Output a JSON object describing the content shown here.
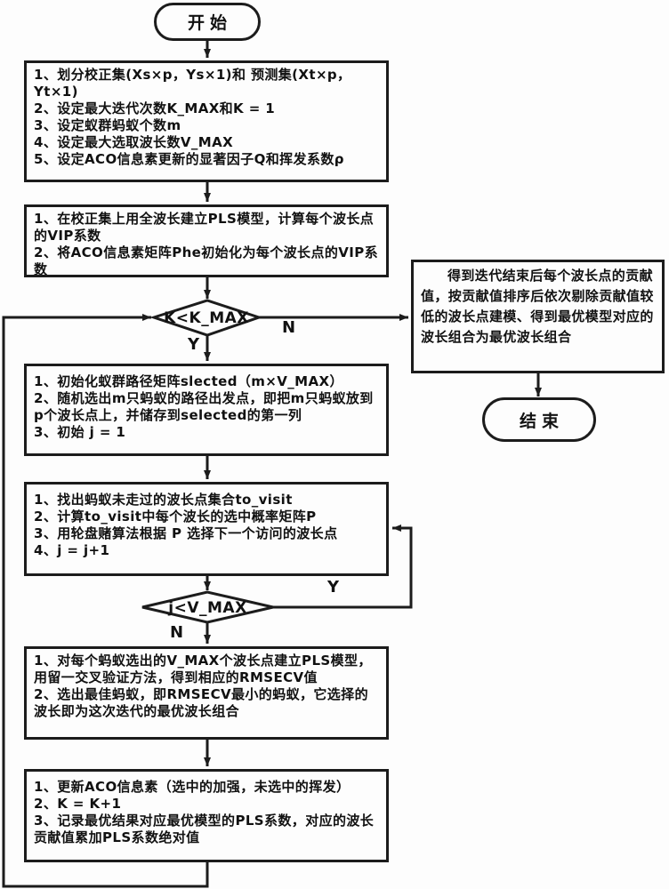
{
  "flowchart": {
    "title": "ACO-PLS wavelength selection flowchart",
    "colors": {
      "line": "#1c1c1c",
      "background": "#fdfdfd",
      "text": "#111111"
    },
    "start": {
      "label": "开始"
    },
    "end": {
      "label": "结束"
    },
    "boxes": {
      "init_params": {
        "text": "1、划分校正集(Xs×p，Ys×1)和 预测集(Xt×p，Yt×1)\n2、设定最大迭代次数K_MAX和K = 1\n3、设定蚁群蚂蚁个数m\n4、设定最大选取波长数V_MAX\n5、设定ACO信息素更新的显著因子Q和挥发系数ρ"
      },
      "pls_vip": {
        "text": "1、在校正集上用全波长建立PLS模型，计算每个波长点的VIP系数\n2、将ACO信息素矩阵Phe初始化为每个波长点的VIP系数"
      },
      "init_ants": {
        "text": "1、初始化蚁群路径矩阵slected（m×V_MAX）\n2、随机选出m只蚂蚁的路径出发点，即把m只蚂蚁放到p个波长点上，并储存到selected的第一列\n3、初始 j = 1"
      },
      "next_wavelength": {
        "text": "1、找出蚂蚁未走过的波长点集合to_visit\n2、计算to_visit中每个波长的选中概率矩阵P\n3、用轮盘赌算法根据 P 选择下一个访问的波长点\n4、j = j+1"
      },
      "build_pls": {
        "text": "1、对每个蚂蚁选出的V_MAX个波长点建立PLS模型，用留一交叉验证方法，得到相应的RMSECV值\n2、选出最佳蚂蚁，即RMSECV最小的蚂蚁，它选择的波长即为这次迭代的最优波长组合"
      },
      "update_pheromone": {
        "text": "1、更新ACO信息素（选中的加强，未选中的挥发）\n2、K = K+1\n3、记录最优结果对应最优模型的PLS系数，对应的波长贡献值累加PLS系数绝对值"
      },
      "final_selection": {
        "text": "得到迭代结束后每个波长点的贡献值，按贡献值排序后依次剔除贡献值较低的波长点建模、得到最优模型对应的波长组合为最优波长组合"
      }
    },
    "decisions": {
      "k_max": {
        "label": "K<K_MAX"
      },
      "j_vmax": {
        "label": "j<V_MAX"
      }
    },
    "branch_labels": {
      "k_max_no": "N",
      "k_max_yes": "Y",
      "j_vmax_yes": "Y",
      "j_vmax_no": "N"
    }
  }
}
